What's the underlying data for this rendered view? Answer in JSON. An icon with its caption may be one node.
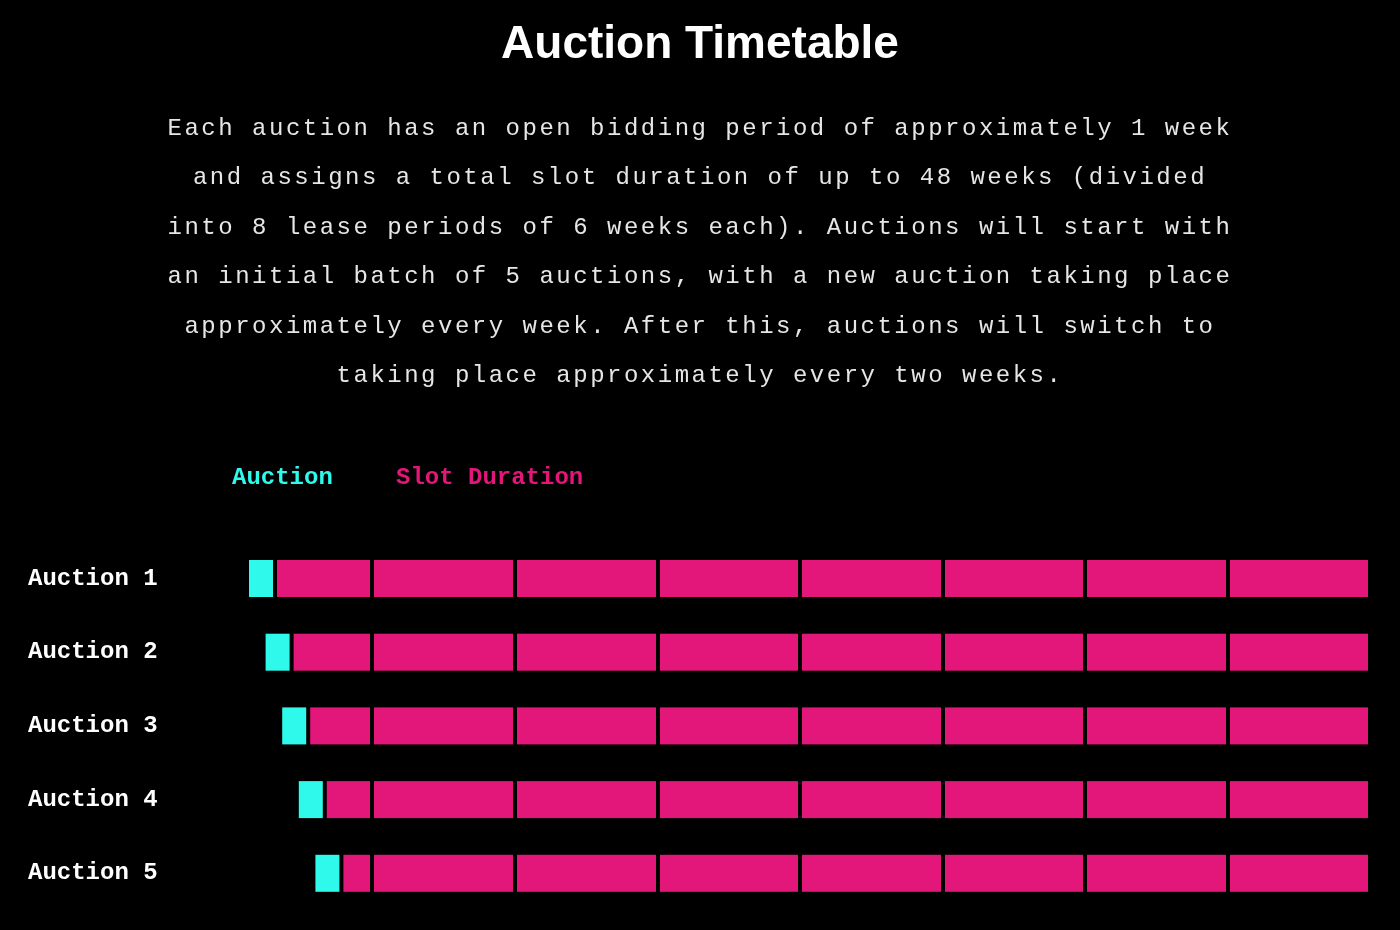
{
  "diagram": {
    "title": "Auction Timetable",
    "labels": [
      "Each auction has an open bidding period of approximately 1 week and assigns a total slot duration of up to 48 weeks (divided into 8 lease periods of 6 weeks each). Auctions will start with an initial batch of 5 auctions, with a new auction taking place approximately every week. After this, auctions will switch to taking place approximately every two weeks.",
      "Auction 1",
      "Auction 2",
      "Auction 3",
      "Auction 4",
      "Auction 5"
    ],
    "legend": [
      {
        "text": "Auction",
        "color": "#2ef9ea"
      },
      {
        "text": "Slot Duration",
        "color": "#e3167a"
      }
    ]
  }
}
